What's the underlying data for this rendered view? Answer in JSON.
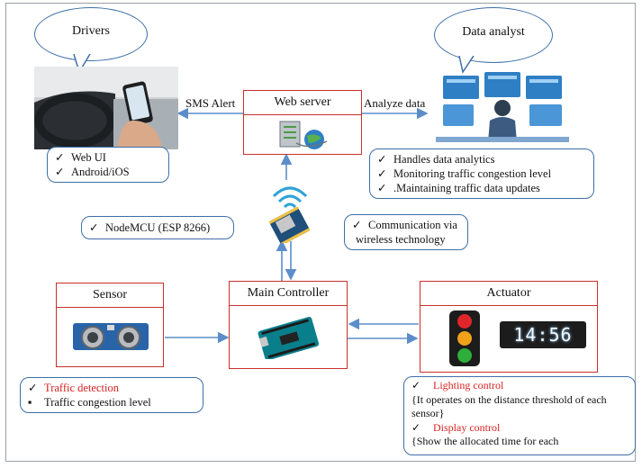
{
  "bubbles": {
    "drivers": "Drivers",
    "analyst": "Data analyst"
  },
  "edge_labels": {
    "sms": "SMS Alert",
    "analyze": "Analyze data"
  },
  "boxes": {
    "web_server": "Web server",
    "sensor": "Sensor",
    "main_controller": "Main Controller",
    "actuator": "Actuator"
  },
  "notes": {
    "drivers": [
      "Web UI",
      "Android/iOS"
    ],
    "analyst": [
      "Handles data analytics",
      "Monitoring traffic congestion level",
      ".Maintaining traffic data updates"
    ],
    "nodemcu": "NodeMCU (ESP 8266)",
    "comm": [
      "Communication via",
      "wireless technology"
    ],
    "sensor": {
      "item1": "Traffic detection",
      "item2": "Traffic congestion level"
    },
    "actuator": {
      "item1": "Lighting control",
      "text1a": "{It operates on the distance threshold of each",
      "text1b": "sensor}",
      "item2": "Display control",
      "text2": "{Show the allocated time for each"
    }
  },
  "display_time": "14:56",
  "colors": {
    "box_border": "#c9302c",
    "note_border": "#3d6fa8",
    "arrow": "#5b8ec9",
    "accent_red": "#d62020"
  }
}
